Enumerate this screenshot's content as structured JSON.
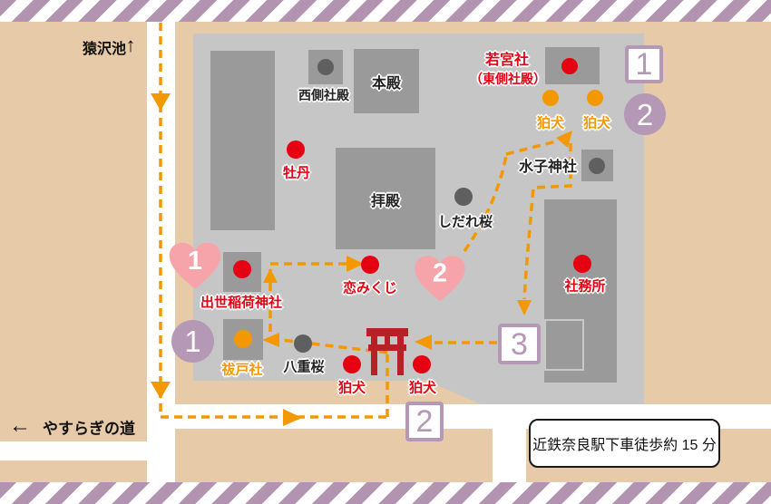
{
  "nav": {
    "pond_label": "猿沢池",
    "pond_arrow": "↑",
    "road_label": "やすらぎの道",
    "road_arrow": "←"
  },
  "note": {
    "station_walk": "近鉄奈良駅下車徒歩約 15 分"
  },
  "places": {
    "west_shaden": "西側社殿",
    "honden": "本殿",
    "wakamiya": "若宮社",
    "wakamiya_sub": "（東側社殿）",
    "komainu_ne_1": "狛犬",
    "komainu_ne_2": "狛犬",
    "mizuko": "水子神社",
    "botan": "牡丹",
    "haiden": "拝殿",
    "shidare_zakura": "しだれ桜",
    "koi_mikuji": "恋みくじ",
    "shusse_inari": "出世稲荷神社",
    "haraedo": "祓戸社",
    "yae_zakura": "八重桜",
    "komainu_s_1": "狛犬",
    "komainu_s_2": "狛犬",
    "shamusho": "社務所"
  },
  "markers": {
    "square_1": "1",
    "square_2": "2",
    "square_3": "3",
    "circle_1": "1",
    "circle_2": "2",
    "heart_1": "1",
    "heart_2": "2"
  },
  "colors": {
    "route_orange": "#f39800",
    "spot_red": "#e50012",
    "plum": "#b498b5",
    "heart_pink": "#f7a3aa",
    "ground_gray": "#c6c6c6",
    "building_gray": "#9a9a9a",
    "tan": "#e7cba9",
    "stripe_purple": "#b294b0",
    "torii_red": "#b72025"
  }
}
